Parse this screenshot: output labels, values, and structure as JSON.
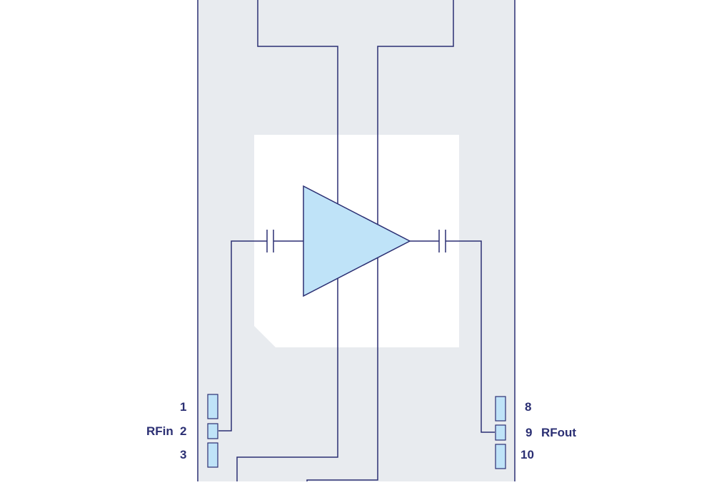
{
  "colors": {
    "line": "#2b2f73",
    "package_fill": "#e8ebef",
    "die_fill": "#ffffff",
    "amp_fill": "#bfe3f8",
    "pad_fill": "#bfe3f8",
    "text": "#2b2f73"
  },
  "pins": {
    "left": [
      {
        "number": "1",
        "name": ""
      },
      {
        "number": "2",
        "name": "RFin"
      },
      {
        "number": "3",
        "name": ""
      }
    ],
    "right": [
      {
        "number": "8",
        "name": ""
      },
      {
        "number": "9",
        "name": "RFout"
      },
      {
        "number": "10",
        "name": ""
      }
    ]
  }
}
